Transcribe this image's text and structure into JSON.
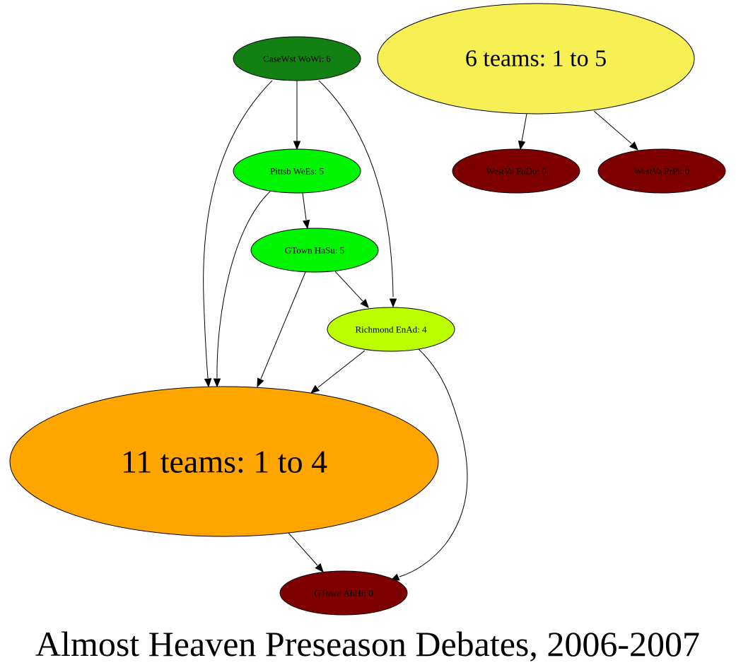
{
  "title": "Almost Heaven Preseason Debates, 2006-2007",
  "nodes": [
    {
      "id": "casewst",
      "label": "CaseWst WoWi: 6",
      "fill": "#138013"
    },
    {
      "id": "six",
      "label": "6 teams: 1 to 5",
      "fill": "#f7f055"
    },
    {
      "id": "pittsb",
      "label": "Pittsb WeEs: 5",
      "fill": "#00f600"
    },
    {
      "id": "westva-fudu",
      "label": "WestVa FuDu: 0",
      "fill": "#7f0000"
    },
    {
      "id": "westva-prpi",
      "label": "WestVa PrPi: 0",
      "fill": "#7f0000"
    },
    {
      "id": "gtown-hasu",
      "label": "GTown HaSu: 5",
      "fill": "#00f600"
    },
    {
      "id": "richmond",
      "label": "Richmond EnAd: 4",
      "fill": "#bbff00"
    },
    {
      "id": "eleven",
      "label": "11 teams: 1 to 4",
      "fill": "#ffa500"
    },
    {
      "id": "gtown-ahhi",
      "label": "GTown AhHi: 0",
      "fill": "#7f0000"
    }
  ],
  "edges": [
    {
      "from": "casewst",
      "to": "pittsb"
    },
    {
      "from": "casewst",
      "to": "eleven"
    },
    {
      "from": "casewst",
      "to": "richmond"
    },
    {
      "from": "six",
      "to": "westva-fudu"
    },
    {
      "from": "six",
      "to": "westva-prpi"
    },
    {
      "from": "pittsb",
      "to": "gtown-hasu"
    },
    {
      "from": "pittsb",
      "to": "eleven"
    },
    {
      "from": "gtown-hasu",
      "to": "richmond"
    },
    {
      "from": "gtown-hasu",
      "to": "eleven"
    },
    {
      "from": "richmond",
      "to": "eleven"
    },
    {
      "from": "richmond",
      "to": "gtown-ahhi"
    },
    {
      "from": "eleven",
      "to": "gtown-ahhi"
    }
  ]
}
